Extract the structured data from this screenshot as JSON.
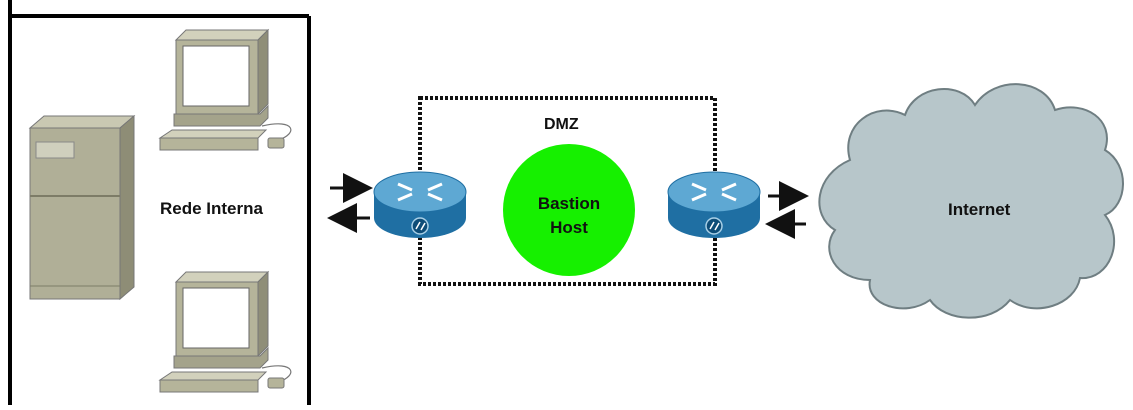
{
  "internal_network": {
    "label": "Rede Interna"
  },
  "dmz": {
    "label": "DMZ"
  },
  "bastion_host": {
    "label_line1": "Bastion",
    "label_line2": "Host",
    "color": "#16f000"
  },
  "internet": {
    "label": "Internet",
    "color": "#b7c6ca"
  },
  "colors": {
    "router": "#1f6fa3",
    "router_top": "#5ea8d3",
    "workstation": "#b5b49a",
    "server": "#a9a88f"
  }
}
